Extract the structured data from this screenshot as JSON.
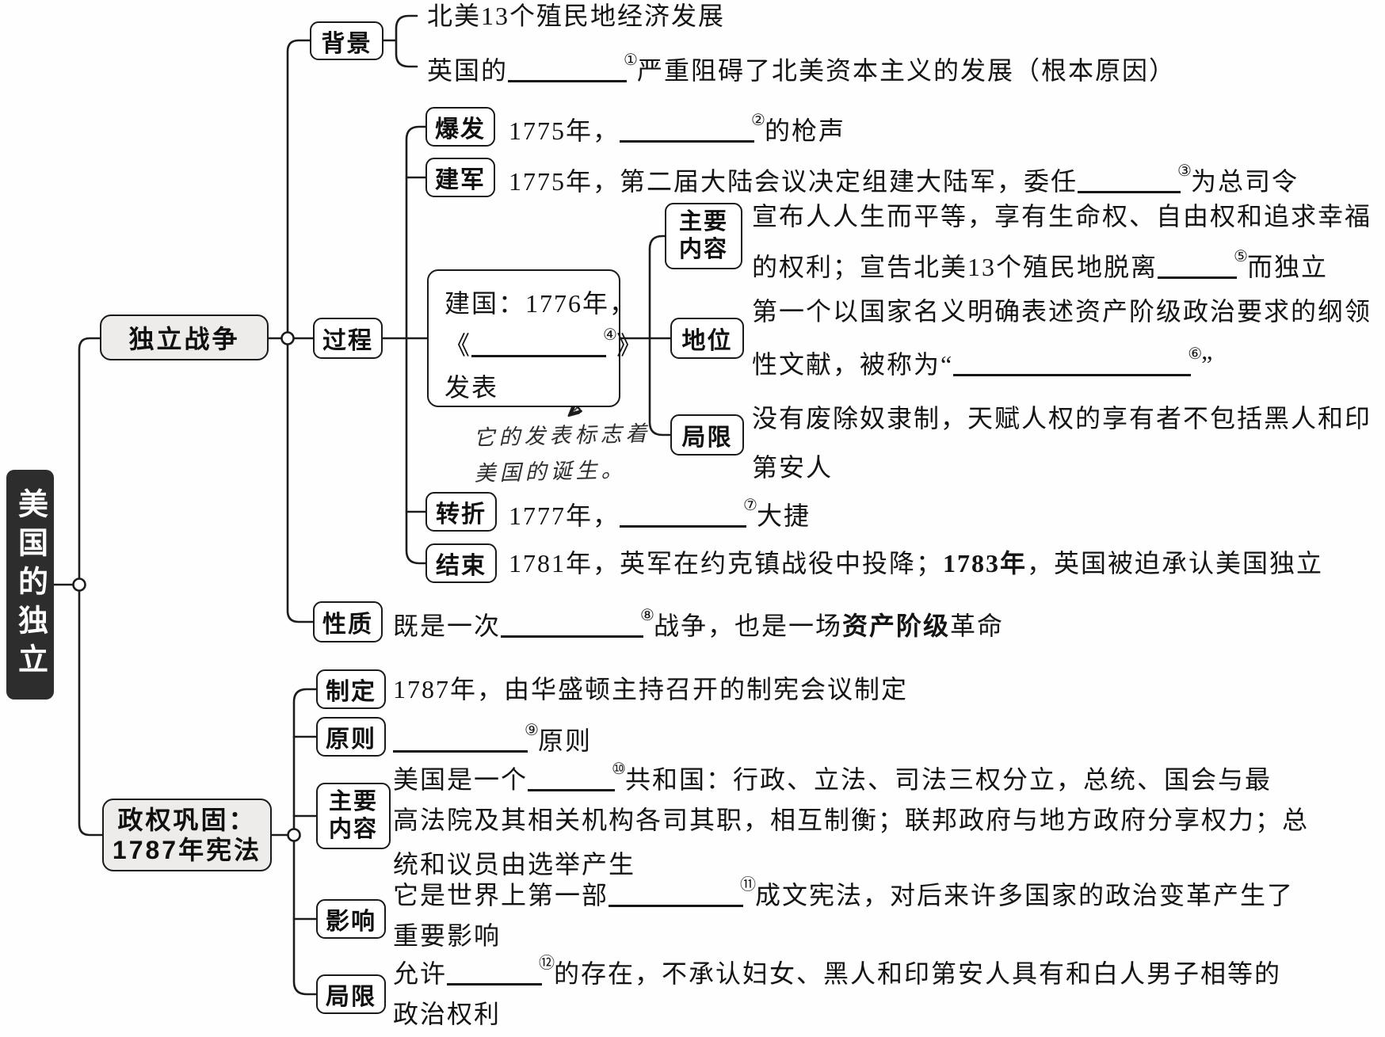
{
  "root": {
    "label": "美国的独立"
  },
  "branches": {
    "war": {
      "label": "独立战争",
      "background": {
        "label": "背景",
        "line1": [
          {
            "t": "北美13个殖民地经济发展"
          }
        ],
        "line2": [
          {
            "t": "英国的"
          },
          {
            "u": 150,
            "n": "①"
          },
          {
            "t": "严重阻碍了北美资本主义的发展（根本原因）"
          }
        ]
      },
      "process": {
        "label": "过程",
        "outbreak": {
          "label": "爆发",
          "line": [
            {
              "t": "1775年，"
            },
            {
              "u": 170,
              "n": "②"
            },
            {
              "t": "的枪声"
            }
          ]
        },
        "army": {
          "label": "建军",
          "line": [
            {
              "t": "1775年，第二届大陆会议决定组建大陆军，委任"
            },
            {
              "u": 130,
              "n": "③"
            },
            {
              "t": "为总司令"
            }
          ]
        },
        "founding": {
          "box_line1": [
            {
              "t": "建国：1776年，"
            }
          ],
          "box_line2": [
            {
              "t": "《"
            },
            {
              "u": 170,
              "n": "④"
            },
            {
              "t": "》"
            }
          ],
          "box_line3": [
            {
              "t": "发表"
            }
          ],
          "note_line1": "它的发表标志着",
          "note_line2": "美国的诞生。",
          "content": {
            "label_top": "主要",
            "label_bottom": "内容",
            "line1": [
              {
                "t": "宣布人人生而平等，享有生命权、自由权和追求幸福"
              }
            ],
            "line2": [
              {
                "t": "的权利；宣告北美13个殖民地脱离"
              },
              {
                "u": 100,
                "n": "⑤"
              },
              {
                "t": "而独立"
              }
            ]
          },
          "status": {
            "label": "地位",
            "line1": [
              {
                "t": "第一个以国家名义明确表述资产阶级政治要求的纲领"
              }
            ],
            "line2": [
              {
                "t": "性文献，被称为“"
              },
              {
                "u": 300,
                "n": "⑥"
              },
              {
                "t": "”"
              }
            ]
          },
          "limitation": {
            "label": "局限",
            "line1": [
              {
                "t": "没有废除奴隶制，天赋人权的享有者不包括黑人和印"
              }
            ],
            "line2": [
              {
                "t": "第安人"
              }
            ]
          }
        },
        "turning": {
          "label": "转折",
          "line": [
            {
              "t": "1777年，"
            },
            {
              "u": 160,
              "n": "⑦"
            },
            {
              "t": "大捷"
            }
          ]
        },
        "end": {
          "label": "结束",
          "line": [
            {
              "t": "1781年，英军在约克镇战役中投降；"
            },
            {
              "b": "1783年"
            },
            {
              "t": "，英国被迫承认美国独立"
            }
          ]
        }
      },
      "nature": {
        "label": "性质",
        "line": [
          {
            "t": "既是一次"
          },
          {
            "u": 180,
            "n": "⑧"
          },
          {
            "t": "战争，也是一场"
          },
          {
            "b": "资产阶级"
          },
          {
            "t": "革命"
          }
        ]
      }
    },
    "constitution": {
      "label_line1": "政权巩固：",
      "label_line2": "1787年宪法",
      "enact": {
        "label": "制定",
        "line": [
          {
            "t": "1787年，由华盛顿主持召开的制宪会议制定"
          }
        ]
      },
      "principle": {
        "label": "原则",
        "line": [
          {
            "u": 170,
            "n": "⑨"
          },
          {
            "t": "原则"
          }
        ]
      },
      "content": {
        "label_top": "主要",
        "label_bottom": "内容",
        "line1": [
          {
            "t": "美国是一个"
          },
          {
            "u": 110,
            "n": "⑩"
          },
          {
            "t": "共和国：行政、立法、司法三权分立，总统、国会与最"
          }
        ],
        "line2": [
          {
            "t": "高法院及其相关机构各司其职，相互制衡；联邦政府与地方政府分享权力；总"
          }
        ],
        "line3": [
          {
            "t": "统和议员由选举产生"
          }
        ]
      },
      "impact": {
        "label": "影响",
        "line1": [
          {
            "t": "它是世界上第一部"
          },
          {
            "u": 170,
            "n": "⑪"
          },
          {
            "t": "成文宪法，对后来许多国家的政治变革产生了"
          }
        ],
        "line2": [
          {
            "t": "重要影响"
          }
        ]
      },
      "limitation": {
        "label": "局限",
        "line1": [
          {
            "t": "允许"
          },
          {
            "u": 120,
            "n": "⑫"
          },
          {
            "t": "的存在，不承认妇女、黑人和印第安人具有和白人男子相等的"
          }
        ],
        "line2": [
          {
            "t": "政治权利"
          }
        ]
      }
    }
  },
  "colors": {
    "line": "#1c1c1c",
    "root_bg": "#2d2d2d",
    "major_node_bg": "#edecea"
  }
}
